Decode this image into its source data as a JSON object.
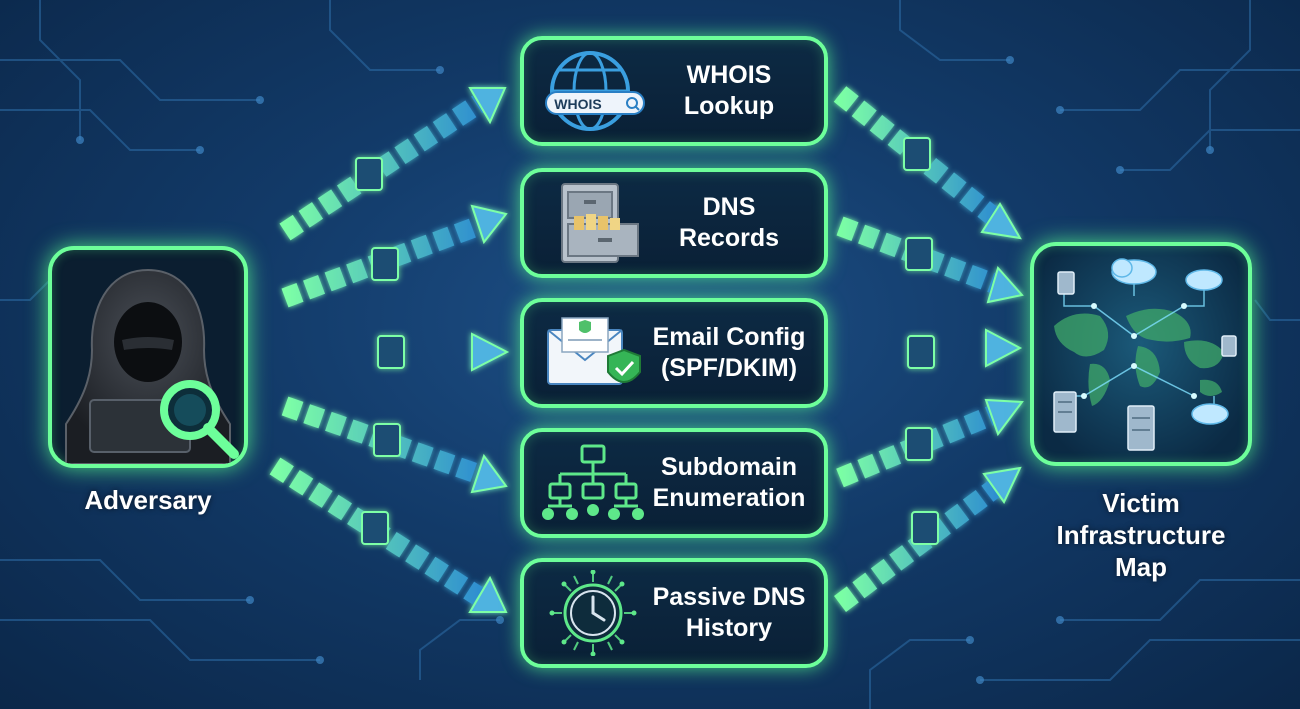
{
  "adversary": {
    "label": "Adversary",
    "icon": "hooded-hacker-with-magnifier-icon"
  },
  "victim": {
    "label_lines": [
      "Victim",
      "Infrastructure",
      "Map"
    ],
    "icon": "world-network-map-icon"
  },
  "sources": [
    {
      "lines": [
        "WHOIS",
        "Lookup"
      ],
      "icon": "globe-whois-search-icon",
      "badge": "WHOIS"
    },
    {
      "lines": [
        "DNS",
        "Records"
      ],
      "icon": "filing-cabinet-icon"
    },
    {
      "lines": [
        "Email Config",
        "(SPF/DKIM)"
      ],
      "icon": "envelope-shield-icon"
    },
    {
      "lines": [
        "Subdomain",
        "Enumeration"
      ],
      "icon": "folder-tree-icon"
    },
    {
      "lines": [
        "Passive DNS",
        "History"
      ],
      "icon": "clock-circuit-icon"
    }
  ],
  "colors": {
    "glow": "#6dff9a",
    "arrow_fill": "#4fe07a",
    "bg_dark": "#0b2749",
    "bg_mid": "#1d4f86",
    "circuit": "#2b6aa6"
  }
}
